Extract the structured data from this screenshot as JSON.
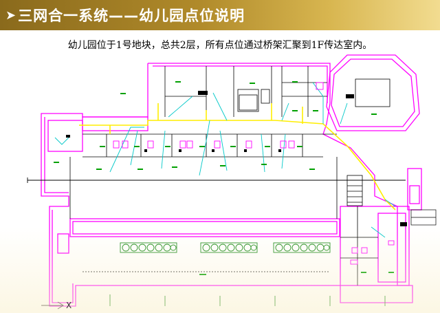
{
  "header": {
    "arrow_glyph": "➤",
    "title": "三网合一系统——幼儿园点位说明"
  },
  "description": "幼儿园位于1号地块，总共2层，所有点位通过桥架汇聚到1F传达室内。",
  "axis": {
    "x_label": "X"
  },
  "colors": {
    "title_bg_dark": "#8a6a1c",
    "title_bg_light": "#f2dc90",
    "wall": "#ff00ff",
    "tray": "#ffff00",
    "cable": "#00d0d0",
    "room_text": "#00a000",
    "line": "#000000"
  }
}
